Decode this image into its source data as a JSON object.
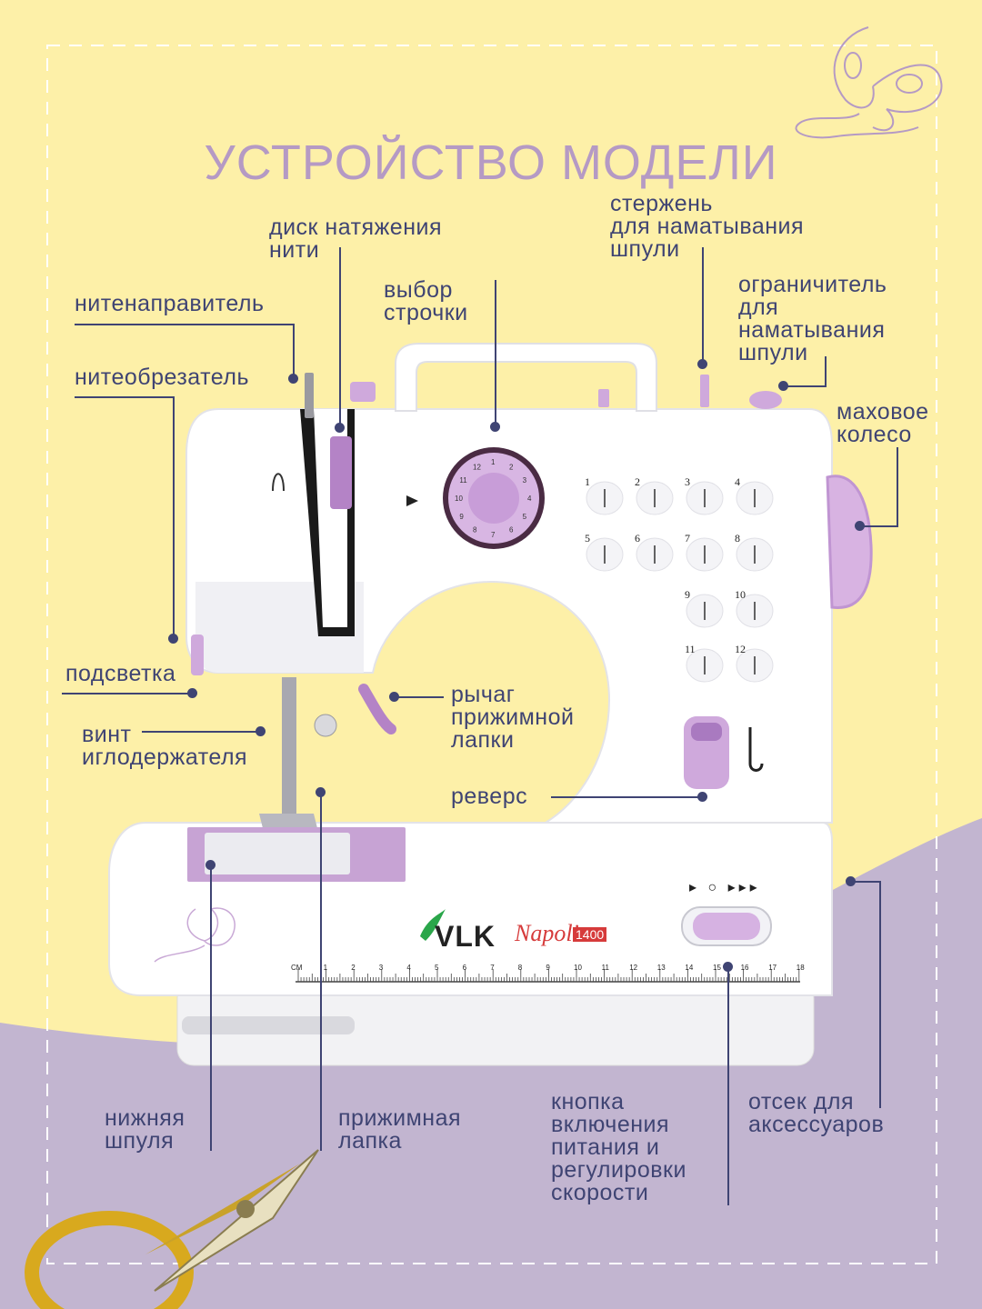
{
  "title": "УСТРОЙСТВО МОДЕЛИ",
  "brand": {
    "logo": "VLK",
    "model_script": "Napoli",
    "model_number": "1400"
  },
  "colors": {
    "background_top": "#fdf0a8",
    "background_bottom": "#c2b5d0",
    "label_text": "#3f4473",
    "title": "#b59ac4",
    "accent_lilac": "#cfa9dc"
  },
  "speed_symbols": "▸ ○ ▸▸▸",
  "ruler": {
    "unit": "CM",
    "ticks": [
      "1",
      "2",
      "3",
      "4",
      "5",
      "6",
      "7",
      "8",
      "9",
      "10",
      "11",
      "12",
      "13",
      "14",
      "15",
      "16",
      "17",
      "18"
    ]
  },
  "stitches": [
    "1",
    "2",
    "3",
    "4",
    "5",
    "6",
    "7",
    "8",
    "9",
    "10",
    "11",
    "12"
  ],
  "dial_numbers": [
    "1",
    "2",
    "3",
    "4",
    "5",
    "6",
    "7",
    "8",
    "9",
    "10",
    "11",
    "12"
  ],
  "labels": {
    "tension_disc": "диск натяжения\nнити",
    "bobbin_winder_shaft": "стержень\nдля наматывания\nшпули",
    "thread_guide": "нитенаправитель",
    "stitch_selector": "выбор\nстрочки",
    "bobbin_winder_stop": "ограничитель\nдля\nнаматывания\nшпули",
    "thread_cutter": "нитеобрезатель",
    "handwheel": "маховое\nколесо",
    "light": "подсветка",
    "presser_lever": "рычаг\nприжимной\nлапки",
    "needle_clamp_screw": "винт\nиглодержателя",
    "reverse": "реверс",
    "lower_bobbin": "нижняя\nшпуля",
    "presser_foot": "прижимная\nлапка",
    "power_speed_button": "кнопка\nвключения\nпитания и\nрегулировки\nскорости",
    "accessory_compartment": "отсек для\nаксессуаров"
  }
}
